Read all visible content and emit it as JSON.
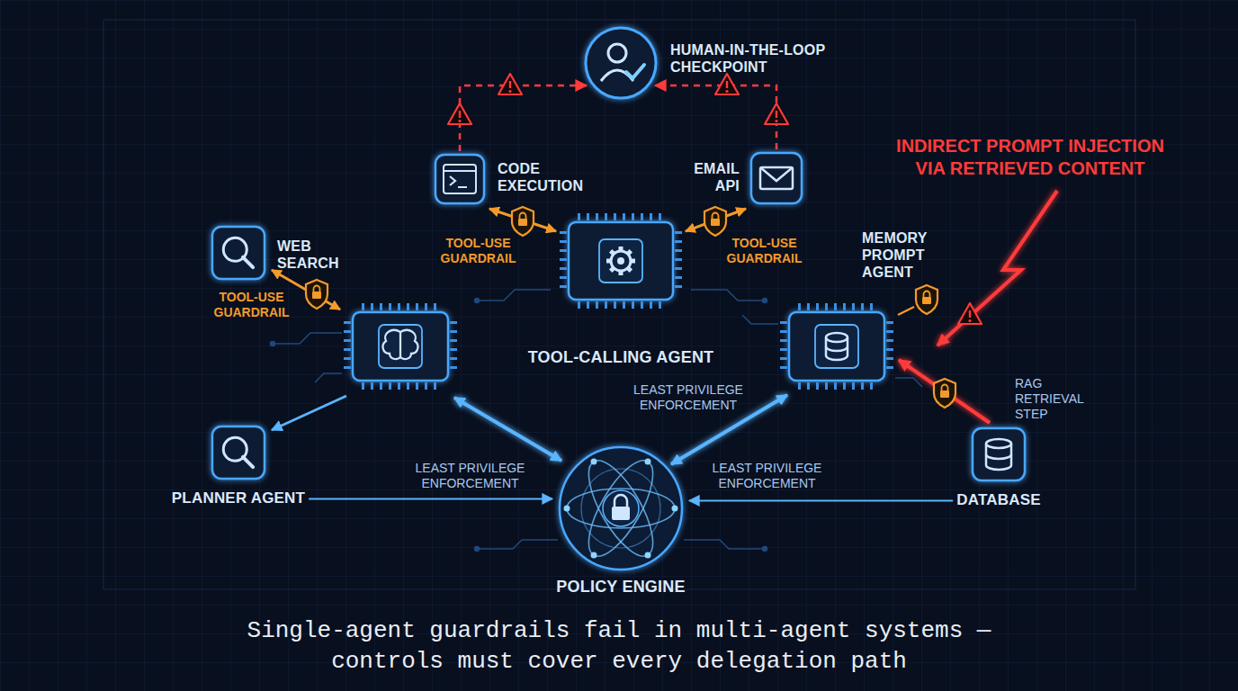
{
  "diagram": {
    "caption": "Single-agent guardrails fail in multi-agent systems — controls must cover every delegation path",
    "nodes": [
      {
        "text": [
          "HUMAN-IN-THE-LOOP CHECKPOINT"
        ]
      },
      {
        "text": [
          "CODE EXECUTION"
        ]
      },
      {
        "text": [
          "EMAIL API"
        ]
      },
      {
        "text": [
          "WEB SEARCH"
        ]
      },
      {
        "text": [
          "MEMORY PROMPT AGENT"
        ]
      },
      {
        "text": [
          "TOOL-CALLING AGENT"
        ]
      },
      {
        "text": [
          "PLANNER AGENT"
        ]
      },
      {
        "text": [
          "DATABASE"
        ]
      },
      {
        "text": [
          "POLICY ENGINE"
        ]
      }
    ],
    "edges": [
      {
        "from": 1,
        "to": 0,
        "arrow": "to"
      },
      {
        "from": 2,
        "to": 0,
        "arrow": "to"
      },
      {
        "from": 5,
        "to": 0,
        "arrow": "both"
      },
      {
        "from": 1,
        "to": 5,
        "arrow": "both"
      },
      {
        "from": 2,
        "to": 5,
        "arrow": "both"
      },
      {
        "from": 5,
        "to": 8,
        "arrow": "both"
      },
      {
        "from": 4,
        "to": 8,
        "arrow": "both"
      },
      {
        "from": 6,
        "to": 8,
        "arrow": "to"
      },
      {
        "from": 7,
        "to": 8,
        "arrow": "to"
      },
      {
        "from": 7,
        "to": 4,
        "arrow": "to"
      }
    ],
    "labels": [
      "INDIRECT PROMPT INJECTION VIA RETRIEVED CONTENT",
      "TOOL-USE GUARDRAIL",
      "TOOL-USE GUARDRAIL",
      "TOOL-USE GUARDRAIL",
      "LEAST PRIVILEGE ENFORCEMENT",
      "RAG RETRIEVAL STEP",
      "LEAST PRIVILEGE ENFORCEMENT",
      "LEAST PRIVILEGE ENFORCEMENT"
    ]
  }
}
